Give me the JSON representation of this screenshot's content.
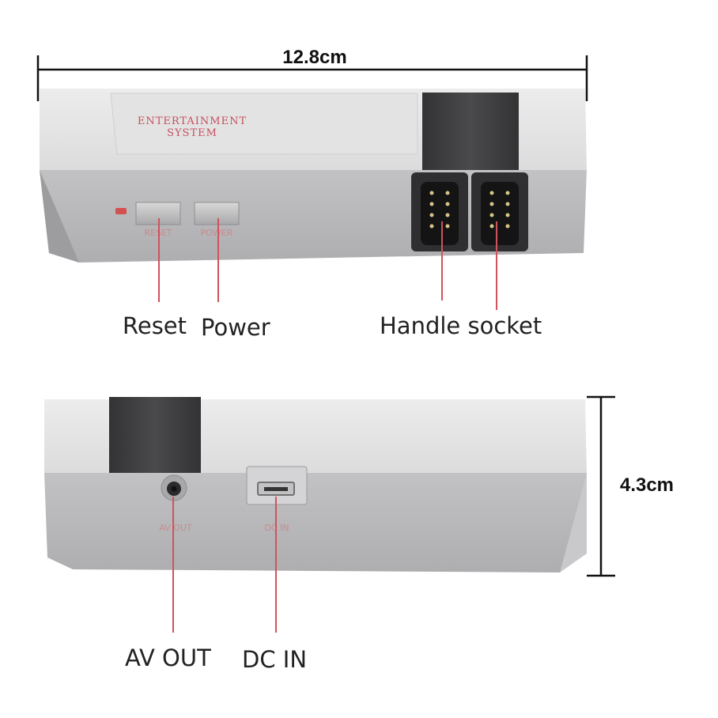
{
  "dimensions": {
    "width_label": "12.8cm",
    "height_label": "4.3cm"
  },
  "front": {
    "panel_line1": "ENTERTAINMENT",
    "panel_line2": "SYSTEM",
    "reset_print": "RESET",
    "power_print": "POWER"
  },
  "back": {
    "av_print": "AV OUT",
    "dc_print": "DC IN"
  },
  "callouts": {
    "reset": "Reset",
    "power": "Power",
    "handle_socket": "Handle socket",
    "av_out": "AV OUT",
    "dc_in": "DC IN"
  },
  "colors": {
    "shell_top": "#e6e6e6",
    "shell_front": "#b8b8ba",
    "dark_plastic": "#3d3d3f",
    "callout_line": "#d0525e",
    "print_red": "#c64f5d"
  }
}
